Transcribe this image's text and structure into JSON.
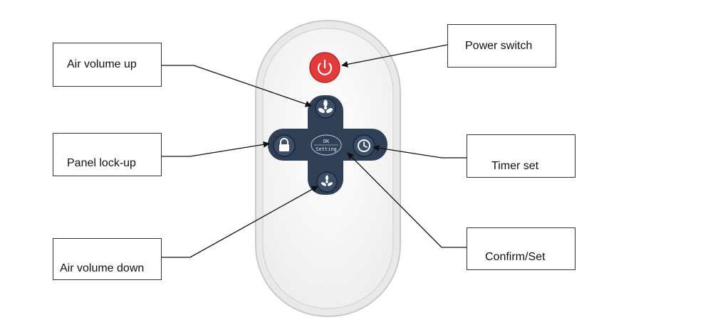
{
  "labels": {
    "air_volume_up": "Air volume up",
    "panel_lock_up": "Panel lock-up",
    "air_volume_down": "Air volume down",
    "power_switch": "Power switch",
    "timer_set": "Timer set",
    "confirm_set": "Confirm/Set"
  },
  "remote": {
    "ok_text": "OK",
    "setting_text": "Setting"
  },
  "colors": {
    "power_button": "#e23b3b",
    "dpad": "#2f3f55",
    "remote_body": "#f4f4f4",
    "remote_border": "#c9c9c9"
  }
}
